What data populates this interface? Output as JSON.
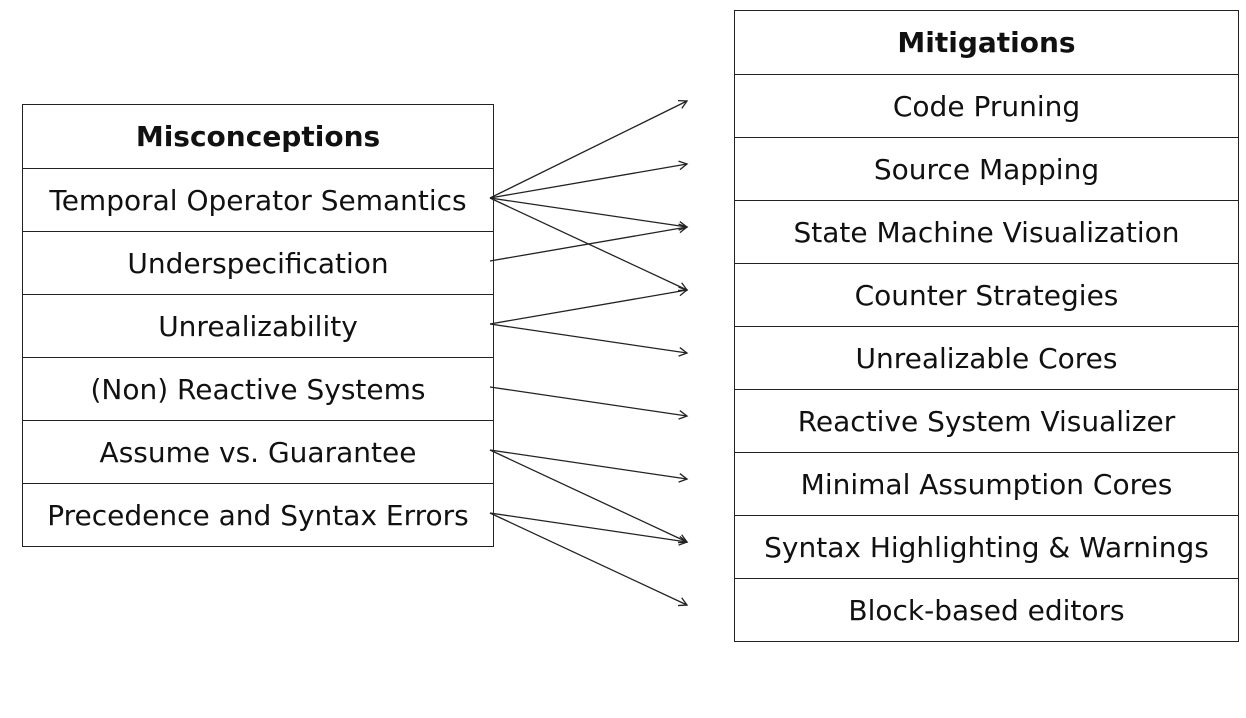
{
  "misconceptions": {
    "title": "Misconceptions",
    "items": [
      "Temporal Operator Semantics",
      "Underspecification",
      "Unrealizability",
      "(Non) Reactive Systems",
      "Assume vs. Guarantee",
      "Precedence and Syntax Errors"
    ]
  },
  "mitigations": {
    "title": "Mitigations",
    "items": [
      "Code Pruning",
      "Source Mapping",
      "State Machine Visualization",
      "Counter Strategies",
      "Unrealizable Cores",
      "Reactive System Visualizer",
      "Minimal Assumption Cores",
      "Syntax Highlighting & Warnings",
      "Block-based editors"
    ]
  },
  "links": [
    {
      "from": 0,
      "to": 0
    },
    {
      "from": 0,
      "to": 1
    },
    {
      "from": 0,
      "to": 2
    },
    {
      "from": 0,
      "to": 3
    },
    {
      "from": 1,
      "to": 2
    },
    {
      "from": 2,
      "to": 3
    },
    {
      "from": 2,
      "to": 4
    },
    {
      "from": 3,
      "to": 5
    },
    {
      "from": 4,
      "to": 6
    },
    {
      "from": 4,
      "to": 7
    },
    {
      "from": 5,
      "to": 7
    },
    {
      "from": 5,
      "to": 8
    }
  ]
}
